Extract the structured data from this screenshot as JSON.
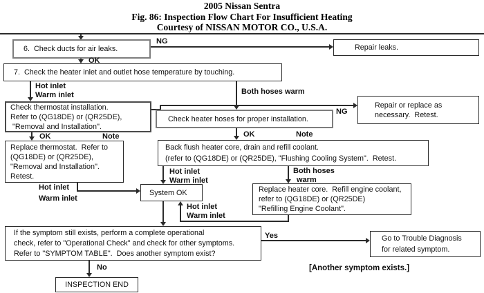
{
  "title": [
    "2005 Nissan Sentra",
    "Fig. 86: Inspection Flow Chart For Insufficient Heating",
    "Courtesy of NISSAN MOTOR CO., U.S.A."
  ],
  "boxes": {
    "check_ducts": "6.  Check ducts for air leaks.",
    "repair_leaks": "Repair leaks.",
    "check_hose_temp": "7.  Check the heater inlet and outlet hose temperature by touching.",
    "check_thermostat": [
      "Check thermostat installation.",
      "Refer to (QG18DE) or (QR25DE),",
      " \"Removal and Installation\"."
    ],
    "repair_or_replace": [
      "Repair or replace as",
      "necessary.  Retest."
    ],
    "check_heater_hoses": "Check heater hoses for proper installation.",
    "replace_thermostat": [
      "Replace thermostat.  Refer to",
      "(QG18DE) or (QR25DE),",
      "\"Removal and Installation\".",
      "Retest."
    ],
    "back_flush": [
      "Back flush heater core, drain and refill coolant.",
      "(refer to (QG18DE) or (QR25DE), \"Flushing Cooling System\".  Retest."
    ],
    "system_ok": "System OK",
    "replace_heater_core": [
      "Replace heater core.  Refill engine coolant,",
      "refer to (QG18DE) or (QR25DE)",
      "\"Refilling Engine Coolant\"."
    ],
    "symptom_check": [
      "If the symptom still exists, perform a complete operational",
      "check, refer to \"Operational Check\" and check for other symptoms.",
      "Refer to \"SYMPTOM TABLE\".  Does another symptom exist?"
    ],
    "go_to_trouble": [
      "Go to Trouble Diagnosis",
      "for related symptom."
    ],
    "inspection_end": "INSPECTION END"
  },
  "labels": {
    "ng_ducts": "NG",
    "ok_ducts": "OK",
    "hot_inlet_1": "Hot inlet",
    "warm_inlet_1": "Warm inlet",
    "both_hoses_warm": "Both hoses warm",
    "ok_thermostat": "OK",
    "note_thermostat": "Note",
    "ng_hoses": "NG",
    "ok_hoses": "OK",
    "note_hoses": "Note",
    "hot_inlet_2": "Hot inlet",
    "warm_inlet_2": "Warm inlet",
    "both_hoses_2a": "Both hoses",
    "both_hoses_2b": "warm",
    "hot_inlet_3": "Hot inlet",
    "warm_inlet_3": "Warm inlet",
    "hot_inlet_4": "Hot inlet",
    "warm_inlet_4": "Warm inlet",
    "yes": "Yes",
    "no": "No",
    "another_symptom": "[Another symptom exists.]"
  },
  "colors": {
    "background": "#ffffff",
    "text": "#111111",
    "line": "#2b2b2b",
    "box_border": "#2b2b2b",
    "highlight_border": "#7d7d7d"
  }
}
